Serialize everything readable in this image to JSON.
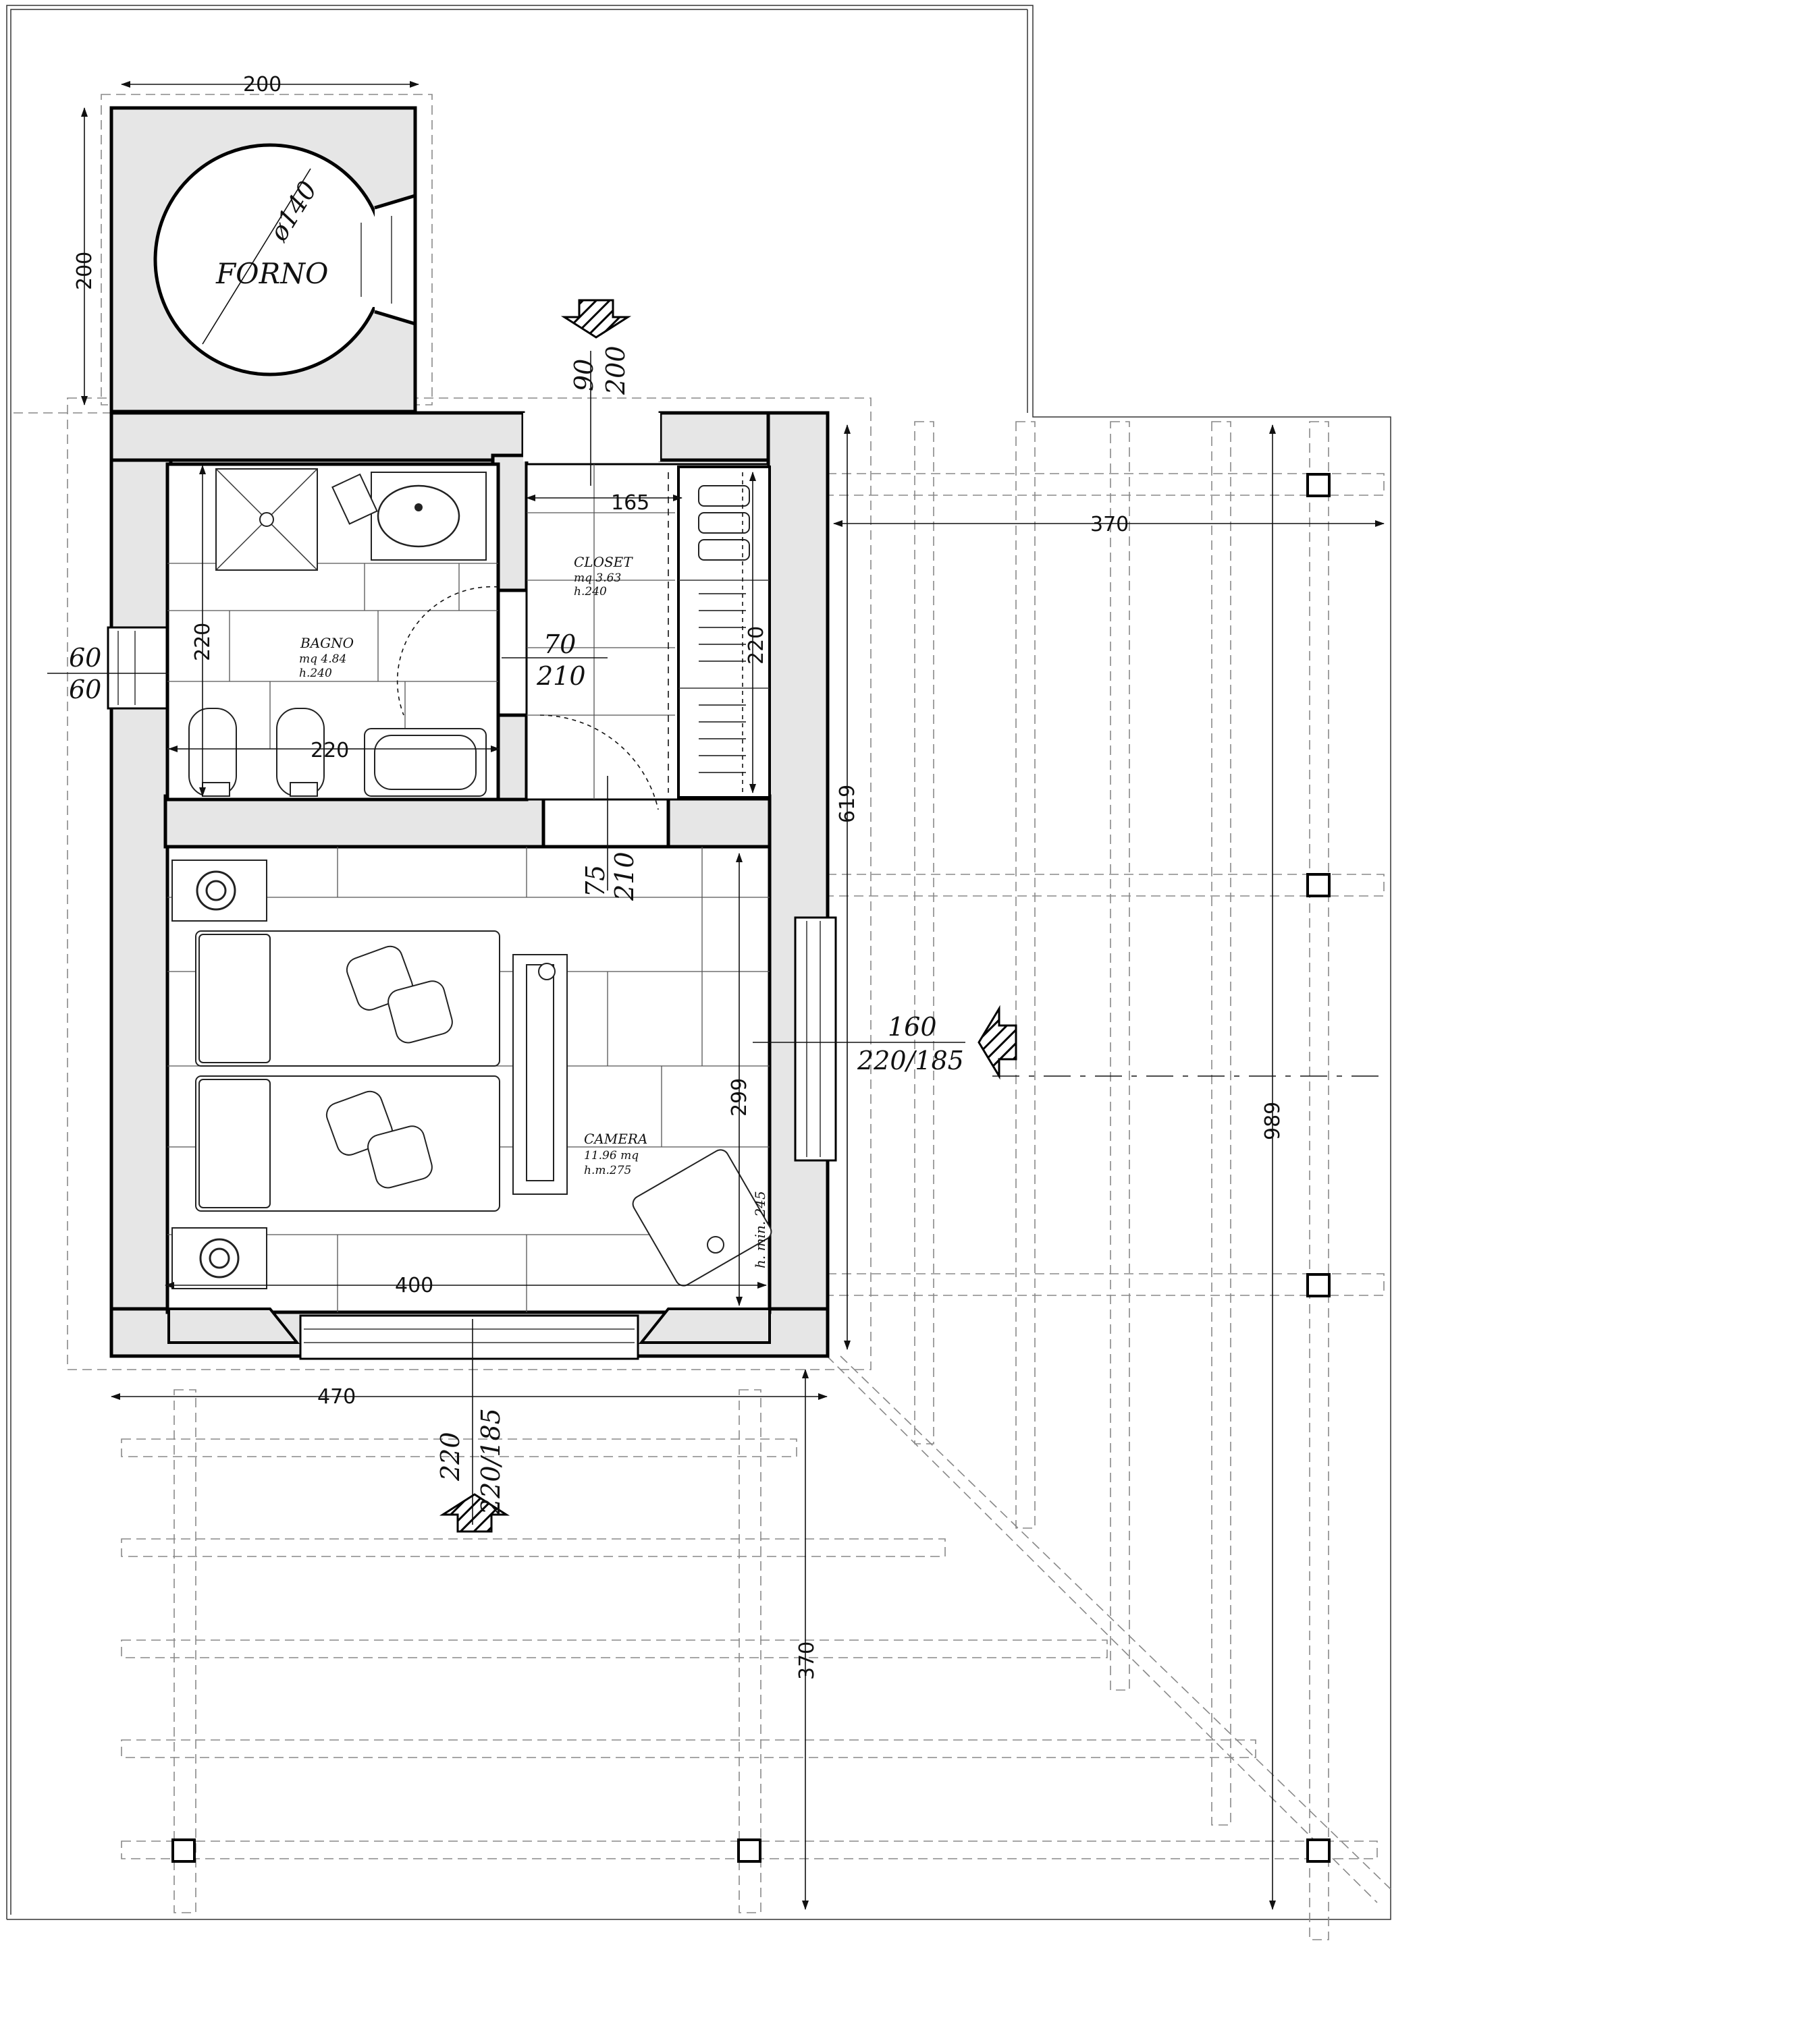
{
  "rooms": {
    "forno": "FORNO",
    "forno_diameter": "ø140",
    "closet_name": "CLOSET",
    "closet_area": "mq 3.63",
    "closet_height": "h.240",
    "bagno_name": "BAGNO",
    "bagno_area": "mq 4.84",
    "bagno_height": "h.240",
    "camera_name": "CAMERA",
    "camera_area": "11.96 mq",
    "camera_height": "h.m.275",
    "camera_min_height": "h. min. 245"
  },
  "dimensions": {
    "forno_width": "200",
    "forno_depth": "200",
    "entry_door_w": "90",
    "entry_door_h": "200",
    "closet_width": "165",
    "closet_depth": "220",
    "bagno_depth": "220",
    "bagno_width": "220",
    "bath_window_w": "60",
    "bath_window_h": "60",
    "bath_door_w": "70",
    "bath_door_h": "210",
    "camera_door_w": "75",
    "camera_door_h": "210",
    "veranda_depth": "370",
    "building_depth": "619",
    "side_window_w": "160",
    "side_window_h": "220/185",
    "camera_depth": "299",
    "camera_width": "400",
    "building_width": "470",
    "front_window_w": "220",
    "front_window_h": "220/185",
    "total_depth": "989",
    "pergola_depth": "370"
  }
}
